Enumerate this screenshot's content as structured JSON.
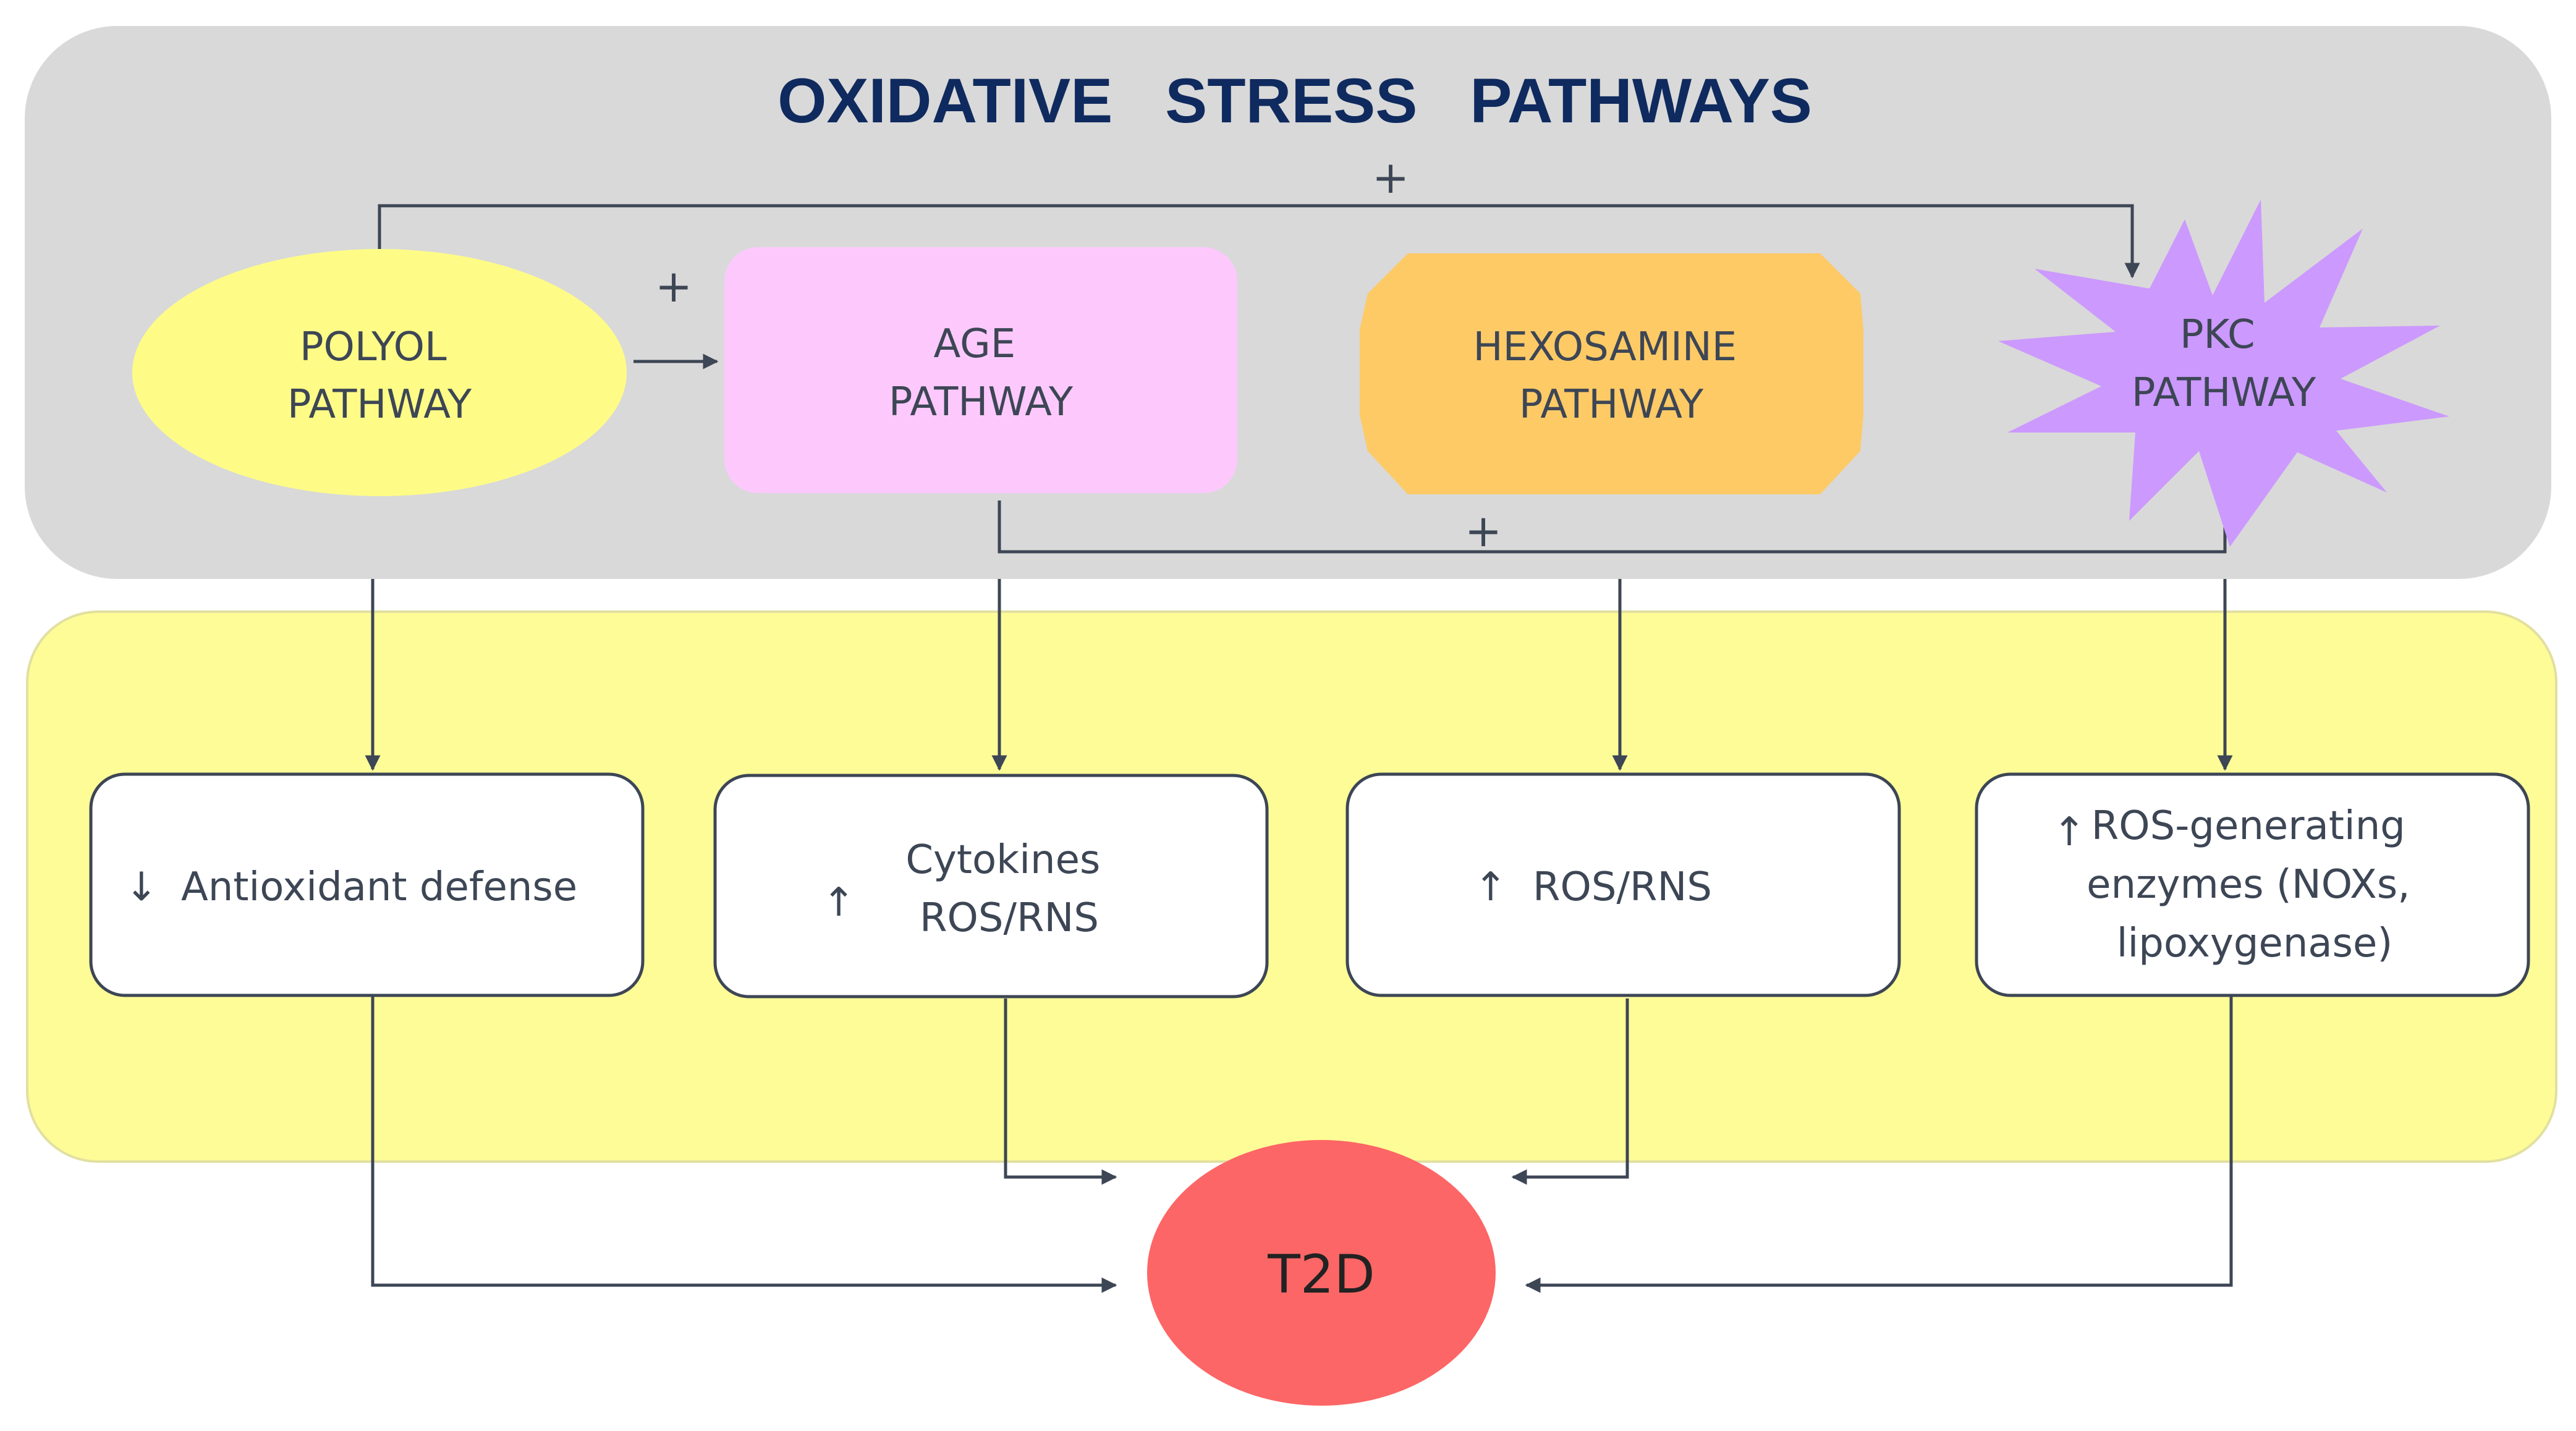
{
  "title": "OXIDATIVE   STRESS   PATHWAYS",
  "colors": {
    "top_panel": "#d9d9d9",
    "bottom_panel": "#fefc97",
    "polyol": "#fefc86",
    "age": "#fdc9fd",
    "hexosamine": "#fdca66",
    "pkc": "#cc99fe",
    "t2d": "#fd6666",
    "title": "#0f2a5e",
    "text": "#3d4655",
    "connector": "#3d4655"
  },
  "pathways": {
    "polyol": {
      "line1": "POLYOL",
      "line2": "PATHWAY"
    },
    "age": {
      "line1": "AGE",
      "line2": "PATHWAY"
    },
    "hexosamine": {
      "line1": "HEXOSAMINE",
      "line2": "PATHWAY"
    },
    "pkc": {
      "line1": "PKC",
      "line2": "PATHWAY"
    }
  },
  "plus_signs": {
    "polyol_to_pkc": "+",
    "polyol_to_age": "+",
    "age_to_pkc": "+"
  },
  "effects": {
    "antioxidant": {
      "arrow": "↓",
      "text": "Antioxidant defense"
    },
    "cytokines": {
      "arrow": "↑",
      "line1": "Cytokines",
      "line2": "ROS/RNS"
    },
    "ros": {
      "arrow": "↑",
      "text": "ROS/RNS"
    },
    "enzymes": {
      "arrow": "↑",
      "line1": "ROS-generating",
      "line2": "enzymes (NOXs,",
      "line3": "lipoxygenase)"
    }
  },
  "outcome": {
    "label": "T2D"
  }
}
